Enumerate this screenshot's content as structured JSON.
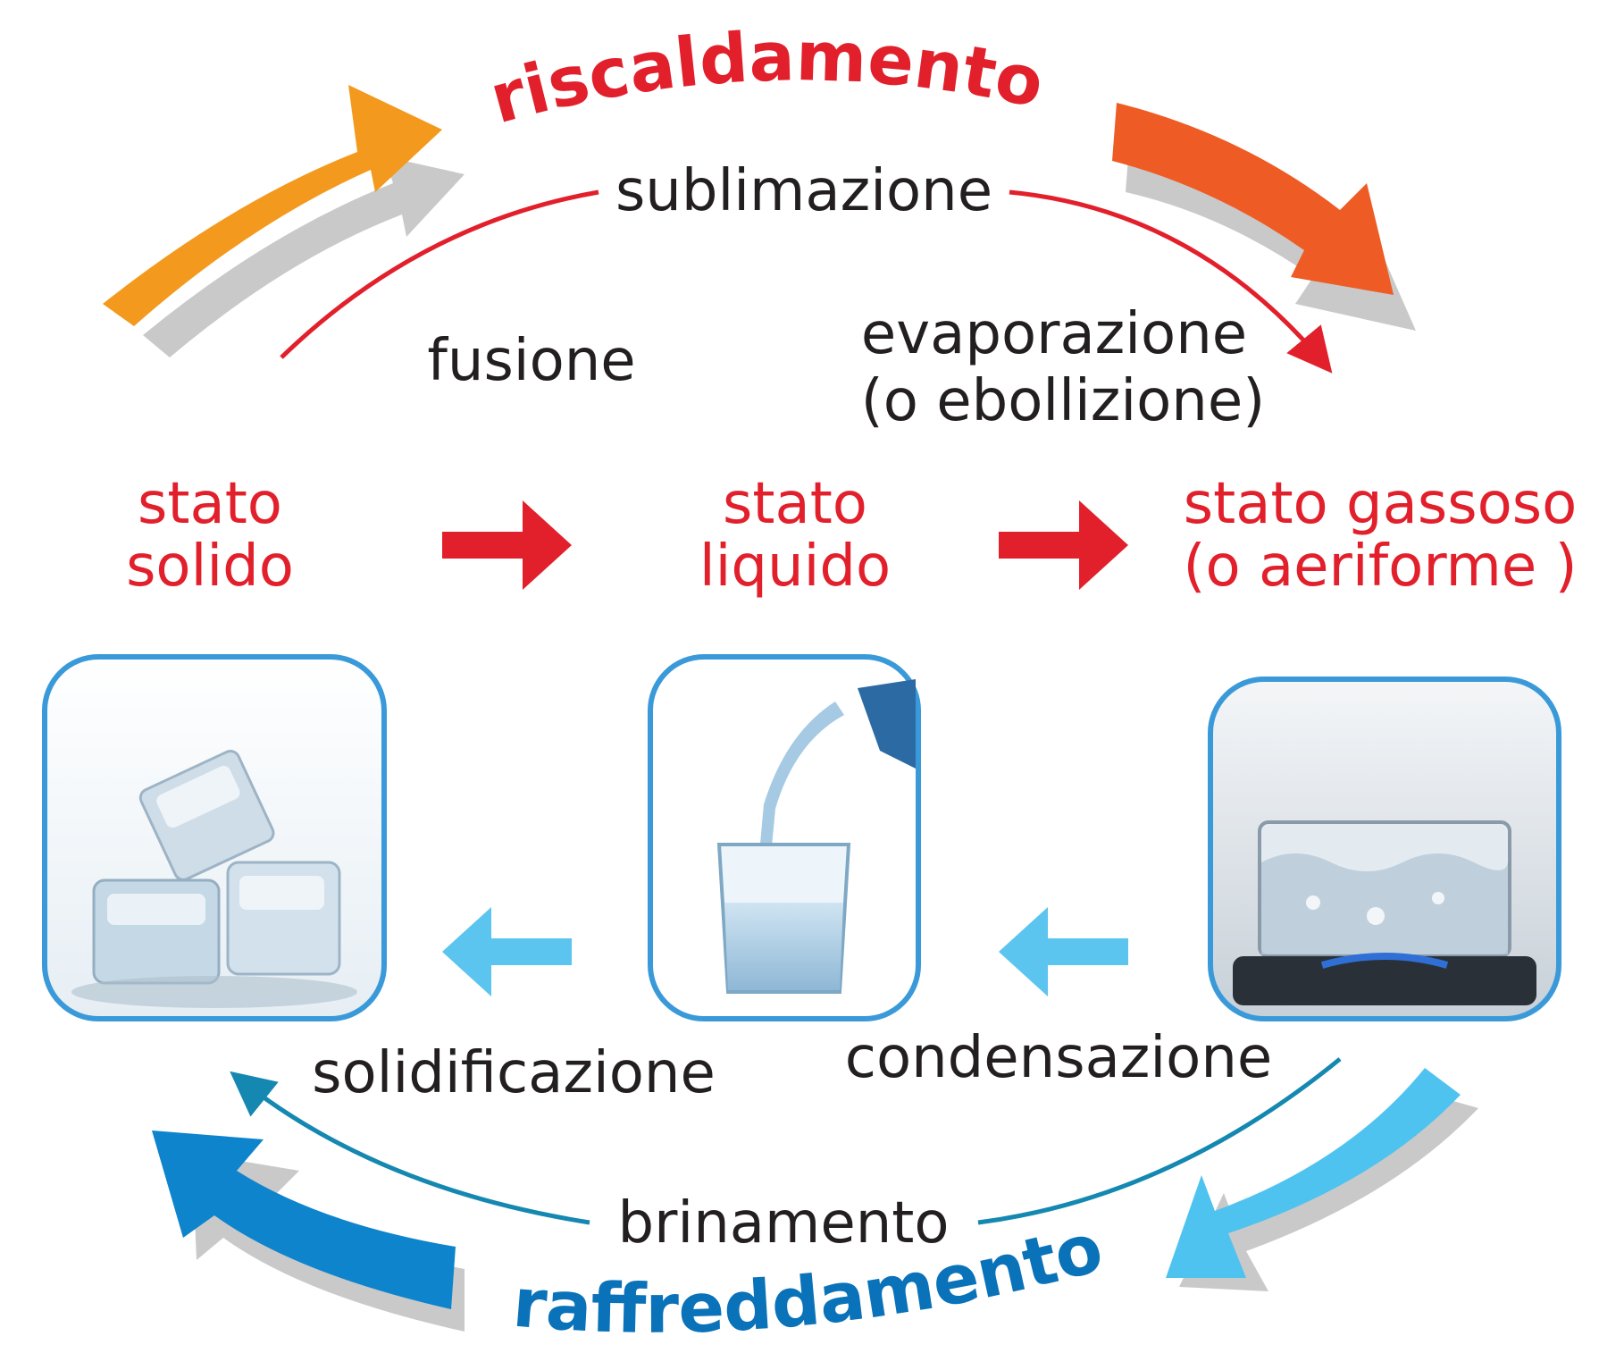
{
  "colors": {
    "heating": "#e2202c",
    "cooling": "#0a72b9",
    "state_text": "#e2202c",
    "arrow_forward": "#e2202c",
    "arrow_back": "#5bc4ef",
    "frame": "#3a9ad9",
    "orange": "#f39a1e",
    "orange_dark": "#ef5b24",
    "blue_dark": "#0d84cc",
    "blue_light": "#4fc3ef",
    "thin_cool": "#1488b0",
    "shadow": "#c9c9c9"
  },
  "heating_title": "riscaldamento",
  "cooling_title": "raffreddamento",
  "processes": {
    "sublimation": "sublimazione",
    "fusion": "fusione",
    "evaporation_line1": "evaporazione",
    "evaporation_line2": "(o ebollizione)",
    "solidification": "solidificazione",
    "condensation": "condensazione",
    "deposition": "brinamento"
  },
  "states": {
    "solid": {
      "line1": "stato",
      "line2": "solido",
      "image": "ice-cubes"
    },
    "liquid": {
      "line1": "stato",
      "line2": "liquido",
      "image": "glass-of-water"
    },
    "gas": {
      "line1": "stato gassoso",
      "line2": "(o aeriforme )",
      "image": "boiling-pot"
    }
  }
}
